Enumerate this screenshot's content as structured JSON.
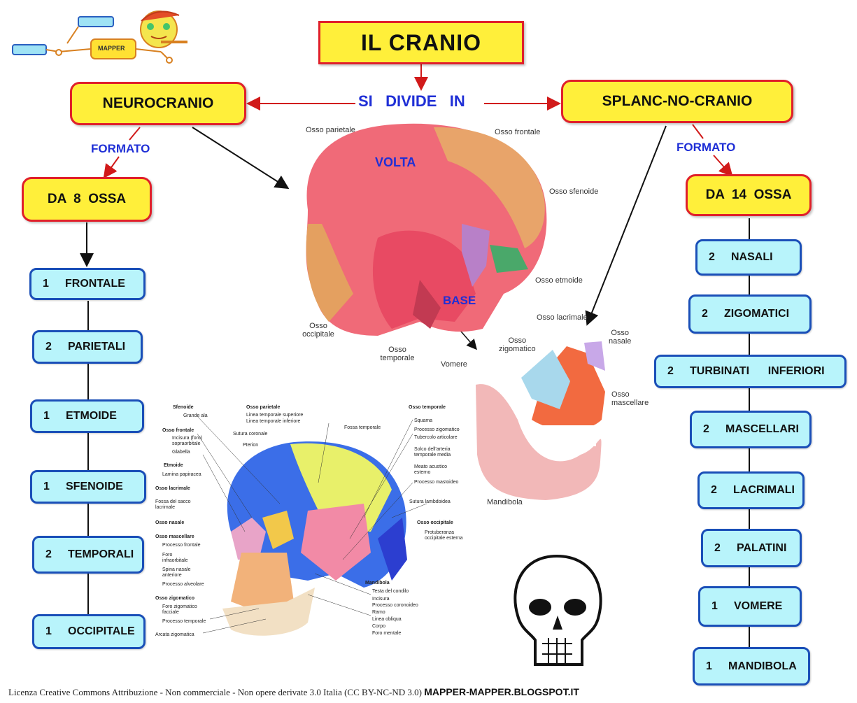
{
  "title": "IL   CRANIO",
  "divide_label": "SI   DIVIDE   IN",
  "left": {
    "heading": "NEUROCRANIO",
    "formed_by": "FORMATO",
    "count": "DA  8  OSSA",
    "bones": [
      {
        "n": "1",
        "name": "FRONTALE"
      },
      {
        "n": "2",
        "name": "PARIETALI"
      },
      {
        "n": "1",
        "name": "ETMOIDE"
      },
      {
        "n": "1",
        "name": "SFENOIDE"
      },
      {
        "n": "2",
        "name": "TEMPORALI"
      },
      {
        "n": "1",
        "name": "OCCIPITALE"
      }
    ]
  },
  "right": {
    "heading": "SPLANC-NO-CRANIO",
    "formed_by": "FORMATO",
    "count": "DA  14  OSSA",
    "bones": [
      {
        "n": "2",
        "name": "NASALI"
      },
      {
        "n": "2",
        "name": "ZIGOMATICI"
      },
      {
        "n": "2",
        "name": "TURBINATI      INFERIORI"
      },
      {
        "n": "2",
        "name": "MASCELLARI"
      },
      {
        "n": "2",
        "name": "LACRIMALI"
      },
      {
        "n": "2",
        "name": "PALATINI"
      },
      {
        "n": "1",
        "name": "VOMERE"
      },
      {
        "n": "1",
        "name": "MANDIBOLA"
      }
    ]
  },
  "logo": {
    "text": "MAPPER"
  },
  "skull_top": {
    "volta": "VOLTA",
    "base": "BASE",
    "labels": {
      "parietale": "Osso parietale",
      "frontale": "Osso frontale",
      "sfenoide": "Osso sfenoide",
      "etmoide": "Osso etmoide",
      "occipitale": "Osso\noccipitale",
      "temporale": "Osso\ntemporale"
    }
  },
  "face_bones": {
    "labels": {
      "lacrimale": "Osso lacrimale",
      "nasale": "Osso\nnasale",
      "zigomatico": "Osso\nzigomatico",
      "vomere": "Vomere",
      "mascellare": "Osso\nmascellare",
      "mandibola": "Mandibola"
    }
  },
  "skull_detail": {
    "labels": {
      "sfenoide": "Sfenoide",
      "grande_ala": "Grande ala",
      "osso_parietale": "Osso parietale",
      "linea_sup": "Linea temporale superiore",
      "linea_inf": "Linea temporale inferiore",
      "osso_temporale": "Osso temporale",
      "fossa_temporale": "Fossa temporale",
      "squama": "Squama",
      "osso_frontale": "Osso frontale",
      "sutura_coronale": "Sutura coronale",
      "pterion": "Pterion",
      "processo_zigomatico": "Processo zigomatico",
      "tubercolo": "Tubercolo articolare",
      "solco": "Solco dell'arteria temporale media",
      "incisura": "Incisura (foro) sopraorbitale",
      "glabella": "Glabella",
      "etmoide": "Etmoide",
      "lamina": "Lamina papiracea",
      "meato": "Meato acustico esterno",
      "processo_mastoideo": "Processo mastoideo",
      "osso_lacrimale": "Osso lacrimale",
      "fossa_sacco": "Fossa del sacco lacrimale",
      "sutura_lambdoidea": "Sutura lambdoidea",
      "osso_nasale": "Osso nasale",
      "osso_mascellare": "Osso mascellare",
      "osso_occipitale": "Osso occipitale",
      "processo_frontale": "Processo frontale",
      "protuberanza": "Protuberanza occipitale esterna",
      "foro_infra": "Foro infraorbitale",
      "spina": "Spina nasale anteriore",
      "processo_alveolare": "Processo alveolare",
      "mandibola": "Mandibola",
      "testa_condilo": "Testa del condilo",
      "incisura2": "Incisura",
      "processo_coronoideo": "Processo coronoideo",
      "osso_zigomatico": "Osso zigomatico",
      "foro_zigomatico": "Foro zigomatico facciale",
      "ramo": "Ramo",
      "linea_obliqua": "Linea obliqua",
      "processo_temporale": "Processo temporale",
      "corpo": "Corpo",
      "arcata": "Arcata zigomatica",
      "foro_mentale": "Foro mentale"
    }
  },
  "footer": {
    "license": "Licenza Creative Commons Attribuzione - Non commerciale - Non opere derivate 3.0 Italia (CC BY-NC-ND 3.0)",
    "site": "MAPPER-MAPPER.BLOGSPOT.IT"
  },
  "colors": {
    "yellow": "#ffef3a",
    "red_border": "#e0202a",
    "cyan": "#b8f4fb",
    "blue_border": "#1a4fb8",
    "label_blue": "#1f2fd6"
  }
}
